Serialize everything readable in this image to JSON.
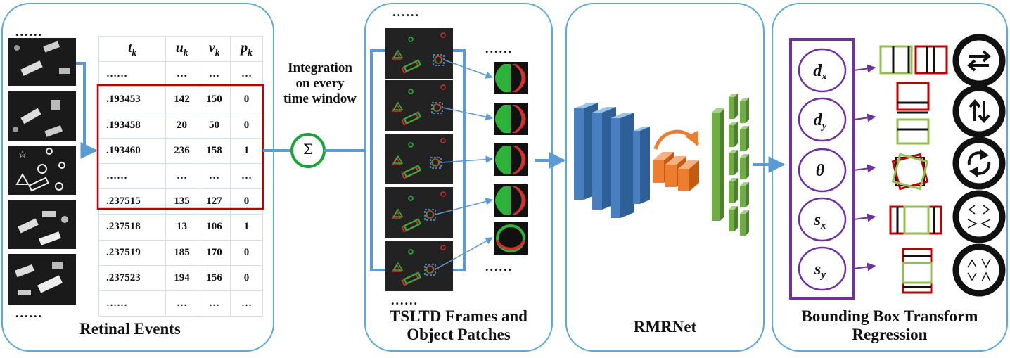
{
  "panels": {
    "retinal_events": {
      "title": "Retinal Events",
      "dots": "......",
      "table": {
        "headers": [
          {
            "sym": "t",
            "sub": "k"
          },
          {
            "sym": "u",
            "sub": "k"
          },
          {
            "sym": "v",
            "sub": "k"
          },
          {
            "sym": "p",
            "sub": "k"
          }
        ],
        "rows": [
          [
            "……",
            "…",
            "…",
            "…"
          ],
          [
            ".193453",
            "142",
            "150",
            "0"
          ],
          [
            ".193458",
            "20",
            "50",
            "0"
          ],
          [
            ".193460",
            "236",
            "158",
            "1"
          ],
          [
            "……",
            "…",
            "…",
            "…"
          ],
          [
            ".237515",
            "135",
            "127",
            "0"
          ],
          [
            ".237518",
            "13",
            "106",
            "1"
          ],
          [
            ".237519",
            "185",
            "170",
            "0"
          ],
          [
            ".237523",
            "194",
            "156",
            "0"
          ],
          [
            "……",
            "…",
            "…",
            "…"
          ]
        ]
      }
    },
    "integration": {
      "text": "Integration\non every\ntime window",
      "symbol": "Σ"
    },
    "tsltd": {
      "title": "TSLTD Frames and\nObject Patches",
      "dots": "......"
    },
    "rmrnet": {
      "title": "RMRNet"
    },
    "bbox": {
      "title": "Bounding Box Transform\nRegression",
      "params": [
        {
          "sym": "d",
          "sub": "x",
          "icon": "swap-horizontal-icon"
        },
        {
          "sym": "d",
          "sub": "y",
          "icon": "swap-vertical-icon"
        },
        {
          "sym": "θ",
          "sub": "",
          "icon": "rotate-icon"
        },
        {
          "sym": "s",
          "sub": "x",
          "icon": "scale-horizontal-icon"
        },
        {
          "sym": "s",
          "sub": "y",
          "icon": "scale-vertical-icon"
        }
      ]
    }
  },
  "colors": {
    "panel_border": "#5aa9d6",
    "arrow": "#5b9bd5",
    "highlight_box": "#c00000",
    "sum_circle": "#1aa33a",
    "conv_blue": "#4a7fbf",
    "fc_orange": "#ed7d31",
    "fc_green": "#70ad47",
    "param_purple": "#7030a0"
  }
}
